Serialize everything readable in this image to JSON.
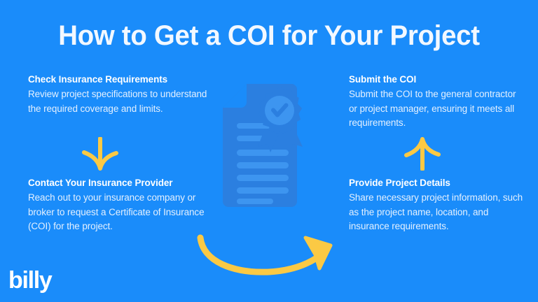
{
  "canvas": {
    "background_color": "#1a8cfa",
    "accent_yellow": "#fbc944",
    "document_blue": "#2b7fe0",
    "document_line_blue": "#3d95f0",
    "text_white": "#ffffff",
    "body_text_color": "#e3f0ff"
  },
  "title": "How to Get a COI for Your Project",
  "steps": [
    {
      "heading": "Check Insurance Requirements",
      "body": "Review project specifications to understand the required coverage and limits."
    },
    {
      "heading": "Contact Your Insurance Provider",
      "body": "Reach out to your insurance company or broker to request a Certificate of Insurance (COI) for the project."
    },
    {
      "heading": "Submit the COI",
      "body": "Submit the COI to the general contractor or project manager, ensuring it meets all requirements."
    },
    {
      "heading": "Provide Project Details",
      "body": "Share necessary project information, such as the project name, location, and insurance requirements."
    }
  ],
  "icons": {
    "center": "certificate-document-badge-icon",
    "arrow_left": "arrow-down-icon",
    "arrow_right": "arrow-up-icon",
    "arrow_bottom": "curved-arrow-right-icon"
  },
  "logo": "billy"
}
